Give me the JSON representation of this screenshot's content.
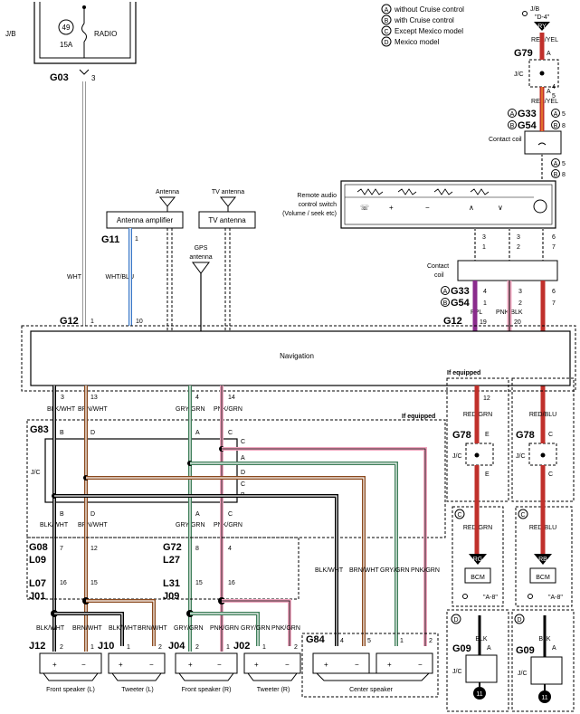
{
  "jb": {
    "label": "J/B",
    "fuse_number": "49",
    "fuse_rating": "15A",
    "fuse_name": "RADIO",
    "connector": "G03",
    "pin": "3"
  },
  "legend": {
    "a": "without Cruise control",
    "b": "with Cruise control",
    "c": "Except Mexico model",
    "d": "Mexico model",
    "a_mark": "A",
    "b_mark": "B",
    "c_mark": "C",
    "d_mark": "D"
  },
  "top_right": {
    "ref_jb": "J/B",
    "ref_d4": "\"D-4\"",
    "tri_code": "RY",
    "wire": "RED/YEL",
    "conn_g79": "G79",
    "g79_pin": "A",
    "jc": "J/C",
    "g79_pin2": "A",
    "wire2": "RED/YEL",
    "g33": "G33",
    "g54": "G54",
    "g33_pin": "4",
    "g54_pin": "5",
    "g33_b_pin": "5",
    "g54_b_pin": "8",
    "contact_coil": "Contact coil",
    "coil_pin_a": "5",
    "coil_pin_b": "8"
  },
  "remote": {
    "label_line1": "Remote audio",
    "label_line2": "control switch",
    "label_line3": "(Volume / seek etc)",
    "pins_left": [
      "3",
      "1"
    ],
    "pins_mid": [
      "3",
      "2"
    ],
    "pins_right": [
      "6",
      "7"
    ]
  },
  "contact_coil2": {
    "label_line1": "Contact",
    "label_line2": "coil",
    "g33": "G33",
    "g54": "G54",
    "pins_a": [
      "4",
      "1"
    ],
    "pins_b": [
      "3",
      "2"
    ],
    "pins_c": [
      "6",
      "7"
    ],
    "wire_ppl": "PPL",
    "wire_pnkblk": "PNK/BLK",
    "g12": "G12",
    "g12_pins": [
      "19",
      "20"
    ]
  },
  "antenna": {
    "antenna_label": "Antenna",
    "amp_label": "Antenna amplifier",
    "tv_antenna_label": "TV antenna",
    "tv_box_label": "TV antenna",
    "gps_label_line1": "GPS",
    "gps_label_line2": "antenna",
    "g11": "G11",
    "g11_pin": "1",
    "wire_wht": "WHT",
    "wire_whtblu": "WHT/BLU",
    "g12": "G12",
    "g12_pin1": "1",
    "g12_pin10": "10"
  },
  "navigation": {
    "label": "Navigation",
    "pins": [
      "3",
      "13",
      "4",
      "14"
    ],
    "wires": [
      "BLK/WHT",
      "BRN/WHT",
      "GRY/GRN",
      "PNK/GRN"
    ],
    "if_equipped": "If equipped"
  },
  "g83": {
    "label": "G83",
    "jc": "J/C",
    "top_pins": [
      "B",
      "D",
      "A",
      "C"
    ],
    "bottom_pins": [
      "B",
      "D",
      "A",
      "C"
    ],
    "side_pins": [
      "C",
      "A",
      "D",
      "C",
      "B"
    ],
    "wires": [
      "BLK/WHT",
      "BRN/WHT",
      "GRY/GRN",
      "PNK/GRN"
    ]
  },
  "mid_connectors": {
    "g08": "G08",
    "l09": "L09",
    "g08_pins": [
      "7",
      "12"
    ],
    "g72": "G72",
    "l27": "L27",
    "g72_pins": [
      "8",
      "4"
    ],
    "l07": "L07",
    "j01": "J01",
    "l07_pins": [
      "16",
      "15"
    ],
    "l31": "L31",
    "j09": "J09",
    "l31_pins": [
      "15",
      "16"
    ]
  },
  "speakers": {
    "j12": "J12",
    "j12_pins": [
      "2",
      "1"
    ],
    "j10": "J10",
    "j10_pins": [
      "1",
      "2"
    ],
    "j04": "J04",
    "j04_pins": [
      "2",
      "1"
    ],
    "j02": "J02",
    "j02_pins": [
      "1",
      "2"
    ],
    "g84": "G84",
    "g84_pins": [
      "4",
      "5",
      "1",
      "2"
    ],
    "front_l": "Front speaker (L)",
    "tweeter_l": "Tweeter (L)",
    "front_r": "Front speaker (R)",
    "tweeter_r": "Tweeter (R)",
    "center": "Center speaker",
    "plus": "+",
    "minus": "−",
    "wires_l": [
      "BLK/WHT",
      "BRN/WHT",
      "BLK/WHT",
      "BRN/WHT"
    ],
    "wires_r": [
      "GRY/GRN",
      "PNK/GRN",
      "GRY/GRN",
      "PNK/GRN"
    ],
    "wires_center": [
      "BLK/WHT",
      "BRN/WHT",
      "GRY/GRN",
      "PNK/GRN"
    ]
  },
  "right_side": {
    "if_equipped": "If equipped",
    "g12_pin": "12",
    "wire_redgrn": "RED/GRN",
    "wire_redblu": "RED/BLU",
    "g78": "G78",
    "g78_pin_e": "E",
    "g78_pin_c": "C",
    "jc": "J/C",
    "bcm": "BCM",
    "rg": "RG",
    "rb": "RB",
    "a8": "\"A-8\"",
    "g09": "G09",
    "g09_pin": "A",
    "blk": "BLK",
    "ground_num": "11",
    "c_mark": "C",
    "d_mark": "D"
  },
  "colors": {
    "red": "#c0302b",
    "orange": "#e0702a",
    "brown": "#8b4a1e",
    "green": "#3f7f5a",
    "pink": "#f1a7c0",
    "purple": "#8a2b8c",
    "blue": "#3a78c8",
    "black": "#000000"
  }
}
